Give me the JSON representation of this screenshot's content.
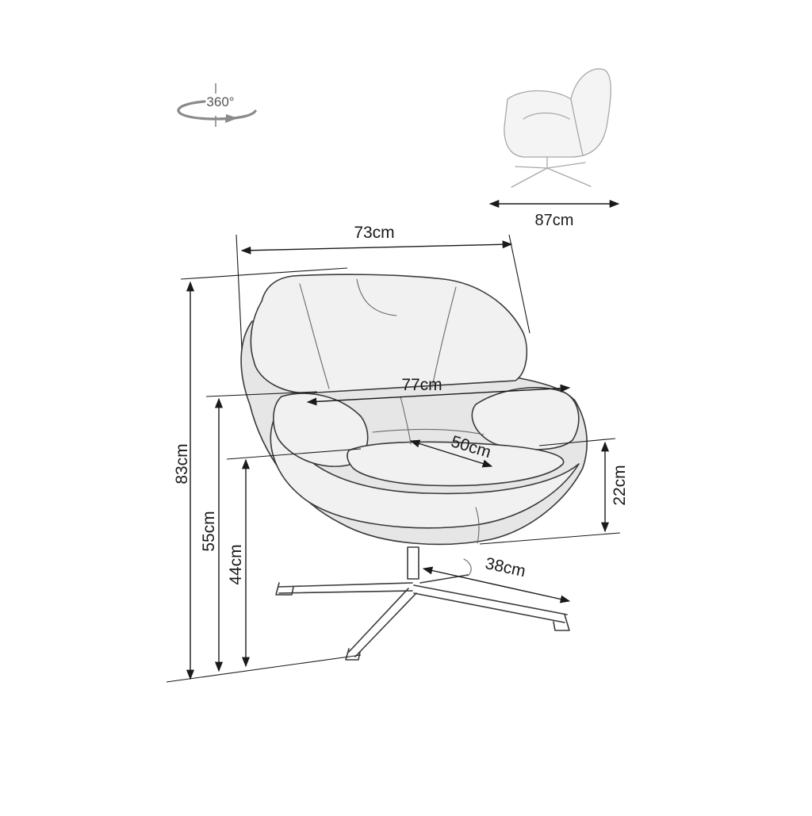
{
  "rotation_badge": {
    "label": "360°",
    "icon": "rotate-360-icon"
  },
  "dimensions": {
    "depth": "73cm",
    "reclined_depth": "87cm",
    "seat_width": "77cm",
    "seat_depth": "50cm",
    "total_height": "83cm",
    "armrest_height": "55cm",
    "seat_height": "44cm",
    "armrest_above_seat": "22cm",
    "base_radius": "38cm"
  },
  "colors": {
    "ink": "#1a1a1a",
    "sketch": "#3a3a3a",
    "fabric": "#f1f1f1"
  }
}
